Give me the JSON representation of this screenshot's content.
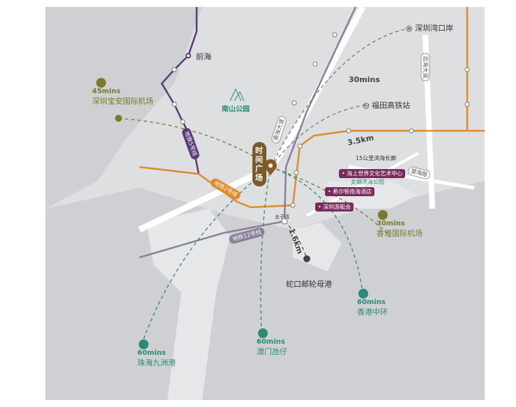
{
  "colors": {
    "metro5": "#5b3a7a",
    "metro2": "#e08a2a",
    "metro12": "#8a8098",
    "green": "#2a8a78",
    "olive": "#7a7a2a",
    "marker": "#8a5a2a"
  },
  "center": {
    "label": "时间广场"
  },
  "places": {
    "qianhai": "前海",
    "nanshan_park": "南山公园",
    "shenzhen_bay_port": "深圳湾口岸",
    "futian_station": "福田高铁站",
    "taiziwan": "太子湾",
    "shekou_port": "蛇口邮轮母港"
  },
  "roads": {
    "nanhai": "南海大道",
    "houhai": "后海大道",
    "wanghai": "望海路"
  },
  "lines": {
    "metro5": "地铁5号线",
    "metro2": "地铁2号线",
    "metro12": "地铁12号线"
  },
  "distances": {
    "d30": "30mins",
    "d3_5km": "3.5km",
    "d1_6km": "1.6km"
  },
  "destinations": [
    {
      "mins": "45mins",
      "name": "深圳宝安国际机场",
      "icon": "car-icon"
    },
    {
      "mins": "30mins",
      "name": "香港国际机场",
      "icon": "car-icon"
    },
    {
      "mins": "60mins",
      "name": "香港中环",
      "icon": "anchor-icon"
    },
    {
      "mins": "60mins",
      "name": "澳门氹仔",
      "icon": "anchor-icon"
    },
    {
      "mins": "60mins",
      "name": "珠海九洲港",
      "icon": "anchor-icon"
    }
  ],
  "poi": {
    "promenade": "15公里滨海长廊",
    "art_center": "海上世界文化艺术中心",
    "park": "女娲滨海公园",
    "hilton": "希尔顿南海酒店",
    "cruise": "深圳游艇会"
  }
}
